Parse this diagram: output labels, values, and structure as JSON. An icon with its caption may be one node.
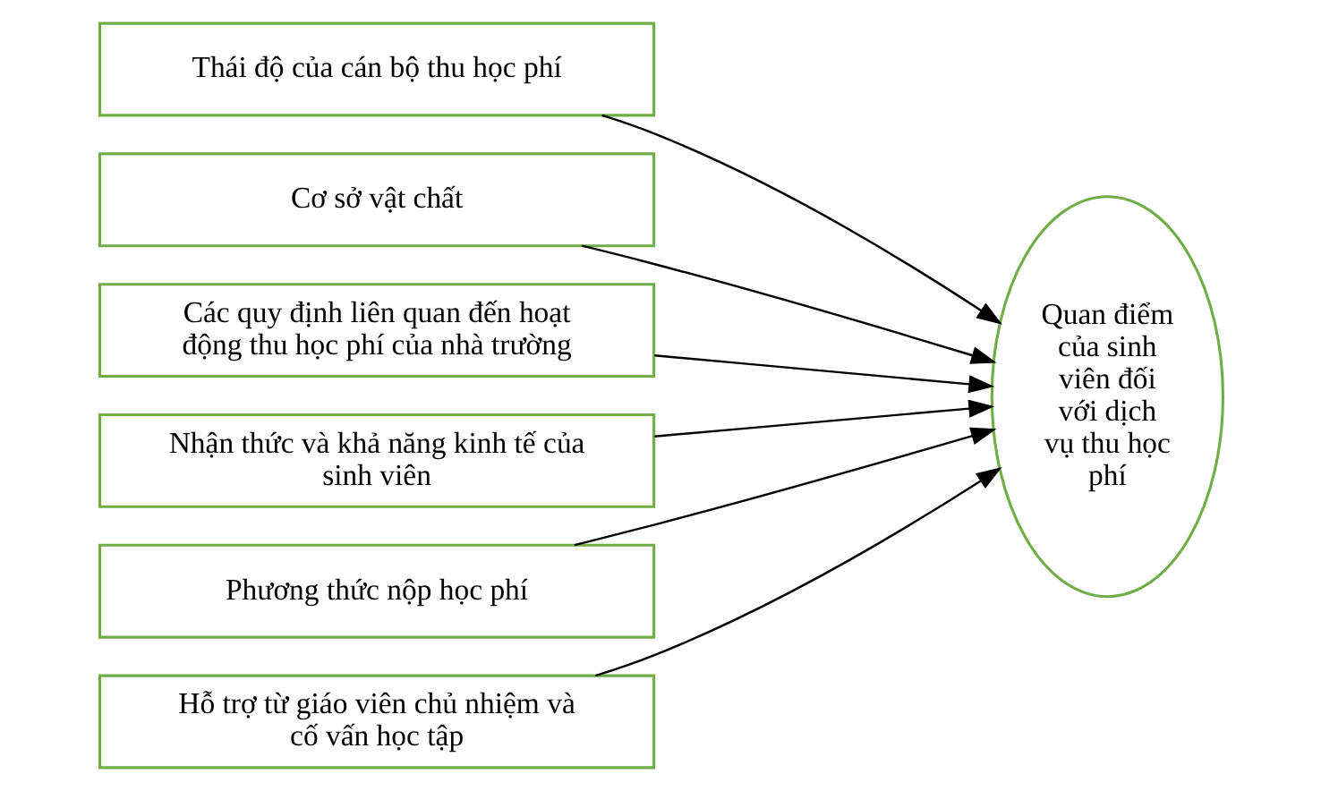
{
  "diagram": {
    "nodes": [
      {
        "text": [
          "Thái độ của cán bộ thu học phí"
        ]
      },
      {
        "text": [
          "Cơ sở vật chất"
        ]
      },
      {
        "text": [
          "Các quy định liên quan đến hoạt động thu học phí của nhà trường"
        ]
      },
      {
        "text": [
          "Nhận thức và khả năng kinh tế của sinh viên"
        ]
      },
      {
        "text": [
          "Phương thức nộp học phí"
        ]
      },
      {
        "text": [
          "Hỗ trợ từ giáo viên chủ nhiệm và cố vấn học tập"
        ]
      },
      {
        "text": [
          "Quan điểm của sinh viên đối với dịch vụ thu học phí"
        ]
      }
    ],
    "edges": [
      {
        "from": 0,
        "to": 6,
        "arrow": "to"
      },
      {
        "from": 1,
        "to": 6,
        "arrow": "to"
      },
      {
        "from": 2,
        "to": 6,
        "arrow": "to"
      },
      {
        "from": 3,
        "to": 6,
        "arrow": "to"
      },
      {
        "from": 4,
        "to": 6,
        "arrow": "to"
      },
      {
        "from": 5,
        "to": 6,
        "arrow": "to"
      }
    ]
  }
}
